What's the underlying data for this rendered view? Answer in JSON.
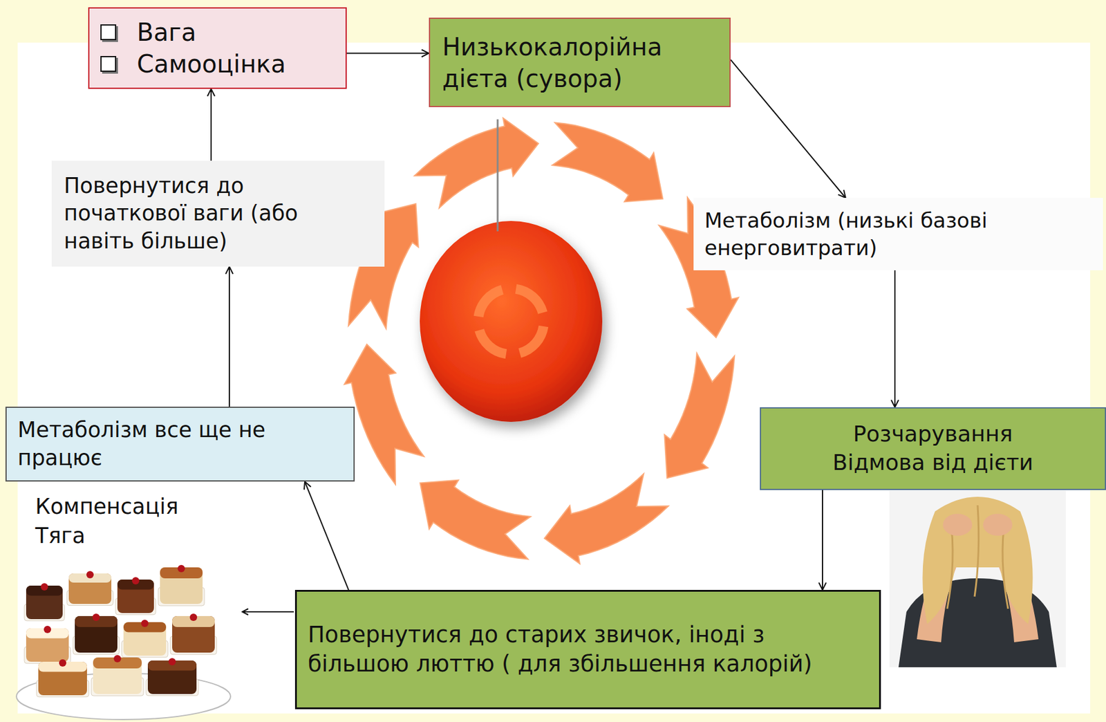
{
  "diagram": {
    "nodes": [
      {
        "text": [
          "Вага",
          "Самооцінка"
        ]
      },
      {
        "text": [
          "Низькокалорійна дієта (сувора)"
        ]
      },
      {
        "text": [
          "Метаболізм (низькі базові енерговитрати)"
        ]
      },
      {
        "text": [
          "Розчарування",
          "Відмова від дієти"
        ]
      },
      {
        "text": [
          "Повернутися до старих звичок, іноді з більшою люттю ( для збільшення калорій)"
        ]
      },
      {
        "text": [
          "Метаболізм все ще не працює"
        ]
      },
      {
        "text": [
          "Повернутися до початкової ваги (або навіть більше)"
        ]
      }
    ],
    "edges": [
      {
        "from": 0,
        "to": 1,
        "arrow": "to"
      },
      {
        "from": 1,
        "to": 2,
        "arrow": "to"
      },
      {
        "from": 2,
        "to": 3,
        "arrow": "to"
      },
      {
        "from": 3,
        "to": 4,
        "arrow": "to"
      },
      {
        "from": 4,
        "to": 5,
        "arrow": "to"
      },
      {
        "from": 5,
        "to": 6,
        "arrow": "to"
      },
      {
        "from": 6,
        "to": 0,
        "arrow": "to"
      }
    ],
    "labels": [
      "Компенсація",
      "Тяга"
    ]
  }
}
